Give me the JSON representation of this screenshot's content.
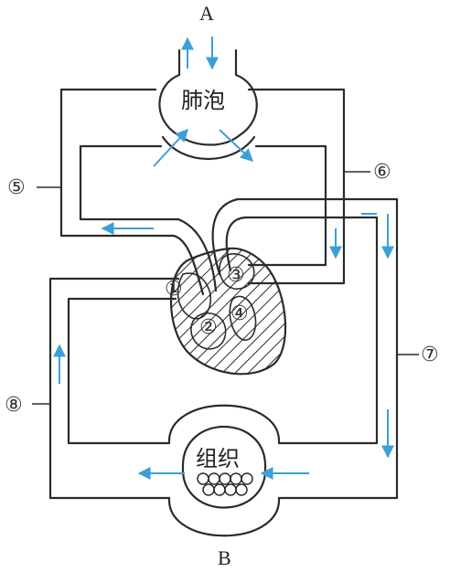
{
  "labels": {
    "top": "A",
    "bottom": "B",
    "alveolus": "肺泡",
    "tissue": "组织"
  },
  "markers": [
    "①",
    "②",
    "③",
    "④",
    "⑤",
    "⑥",
    "⑦",
    "⑧"
  ],
  "colors": {
    "line": "#2b2b2b",
    "flow_arrow": "#3aa0d8",
    "background": "#ffffff"
  }
}
